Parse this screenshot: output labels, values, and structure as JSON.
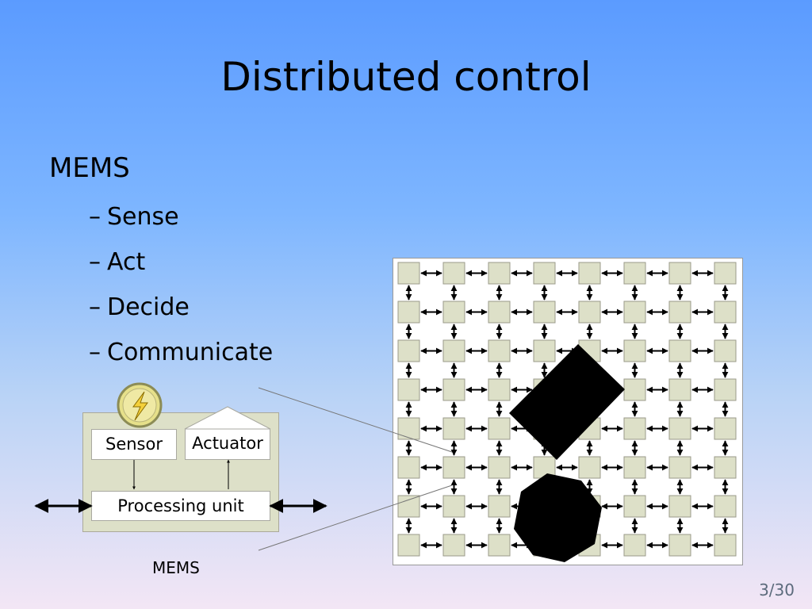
{
  "slide": {
    "title": "Distributed control",
    "bullet": "MEMS",
    "subitems": [
      "Sense",
      "Act",
      "Decide",
      "Communicate"
    ],
    "dash": "–",
    "page_number": "3/30"
  },
  "mems_diagram": {
    "sensor_label": "Sensor",
    "actuator_label": "Actuator",
    "processing_label": "Processing unit",
    "caption": "MEMS",
    "power_icon": "lightning-bolt-icon",
    "box_fill": "#dde0c8"
  },
  "grid": {
    "rows": 8,
    "cols": 8,
    "cell_fill": "#dde0c8",
    "object_fill": "#000000",
    "objects": [
      "rectangle-object",
      "octagon-object"
    ]
  }
}
